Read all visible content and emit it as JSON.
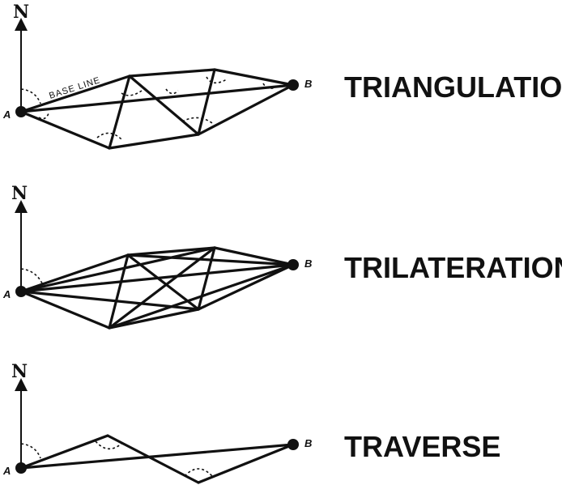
{
  "diagrams": [
    {
      "title": "TRIANGULATION",
      "north": "N",
      "point_a": "A",
      "point_b": "B",
      "base_line_label": "BASE LINE"
    },
    {
      "title": "TRILATERATION",
      "north": "N",
      "point_a": "A",
      "point_b": "B"
    },
    {
      "title": "TRAVERSE",
      "north": "N",
      "point_a": "A",
      "point_b": "B"
    }
  ]
}
